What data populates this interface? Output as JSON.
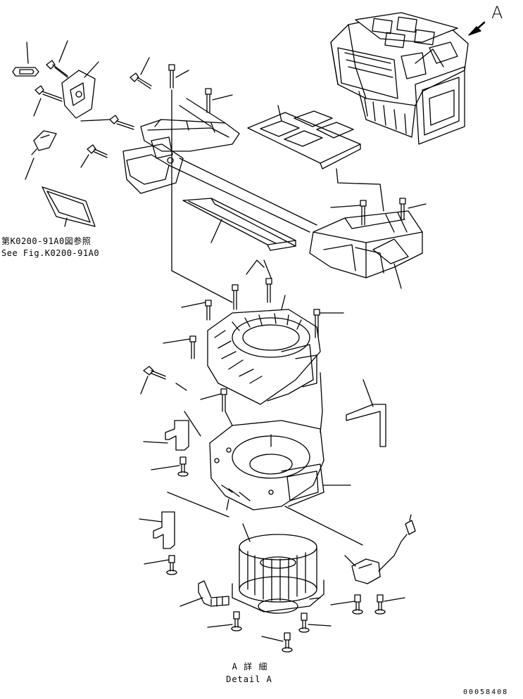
{
  "diagram": {
    "view_letter": "A",
    "reference_ja": "第K0200-91A0図参照",
    "reference_en": "See Fig.K0200-91A0",
    "detail_ja": "A 詳 細",
    "detail_en": "Detail A",
    "doc_number": "00058408"
  },
  "colors": {
    "line": "#000000",
    "background": "#ffffff"
  }
}
